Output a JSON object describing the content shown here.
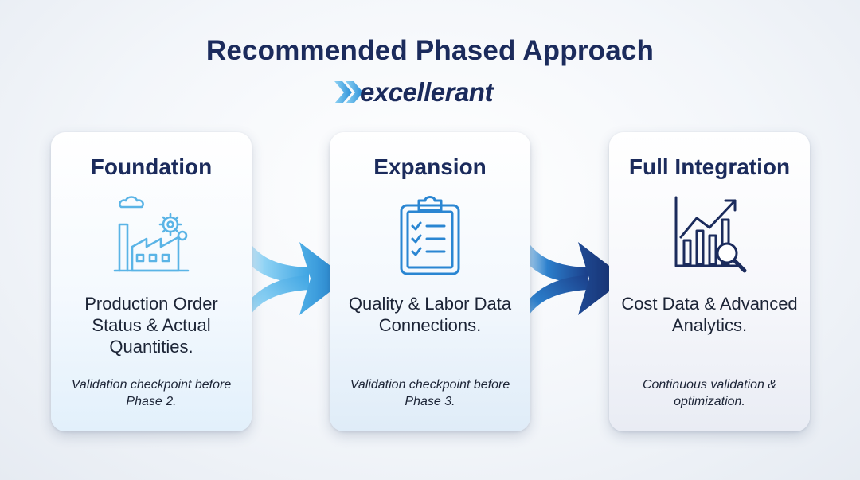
{
  "title": "Recommended Phased Approach",
  "logo": {
    "text": "excellerant",
    "icon": "double-chevron-logo-icon"
  },
  "colors": {
    "title": "#1b2b5c",
    "light_blue": "#59b8ea",
    "mid_blue": "#1f70c4",
    "navy": "#1b2b5c"
  },
  "phases": [
    {
      "title": "Foundation",
      "icon": "factory-icon",
      "description": "Production Order Status & Actual Quantities.",
      "note": "Validation checkpoint before Phase 2."
    },
    {
      "title": "Expansion",
      "icon": "clipboard-checklist-icon",
      "description": "Quality & Labor Data Connections.",
      "note": "Validation checkpoint before Phase 3."
    },
    {
      "title": "Full Integration",
      "icon": "bar-chart-magnifier-icon",
      "description": "Cost Data & Advanced Analytics.",
      "note": "Continuous validation & optimization."
    }
  ],
  "connectors": [
    {
      "icon": "arrow-right-icon",
      "from": "Foundation",
      "to": "Expansion"
    },
    {
      "icon": "arrow-right-icon",
      "from": "Expansion",
      "to": "Full Integration"
    }
  ]
}
